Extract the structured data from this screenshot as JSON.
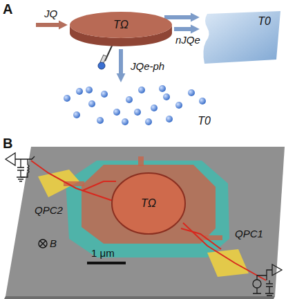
{
  "diagram": {
    "nodes": [
      {
        "text": [
          "TΩ"
        ]
      },
      {
        "text": [
          "T0"
        ]
      },
      {
        "text": [
          "T0"
        ]
      },
      {
        "text": [
          "TΩ"
        ]
      }
    ],
    "edges": [
      {
        "from": 0,
        "to": 1,
        "arrow": "to",
        "label": "JQe-ph"
      },
      {
        "from": 0,
        "to": 2,
        "arrow": "to",
        "label": "nJQe"
      }
    ],
    "labels": [
      "A",
      "JQ",
      "B",
      "QPC2",
      "QPC1",
      "B",
      "1 μm"
    ]
  }
}
